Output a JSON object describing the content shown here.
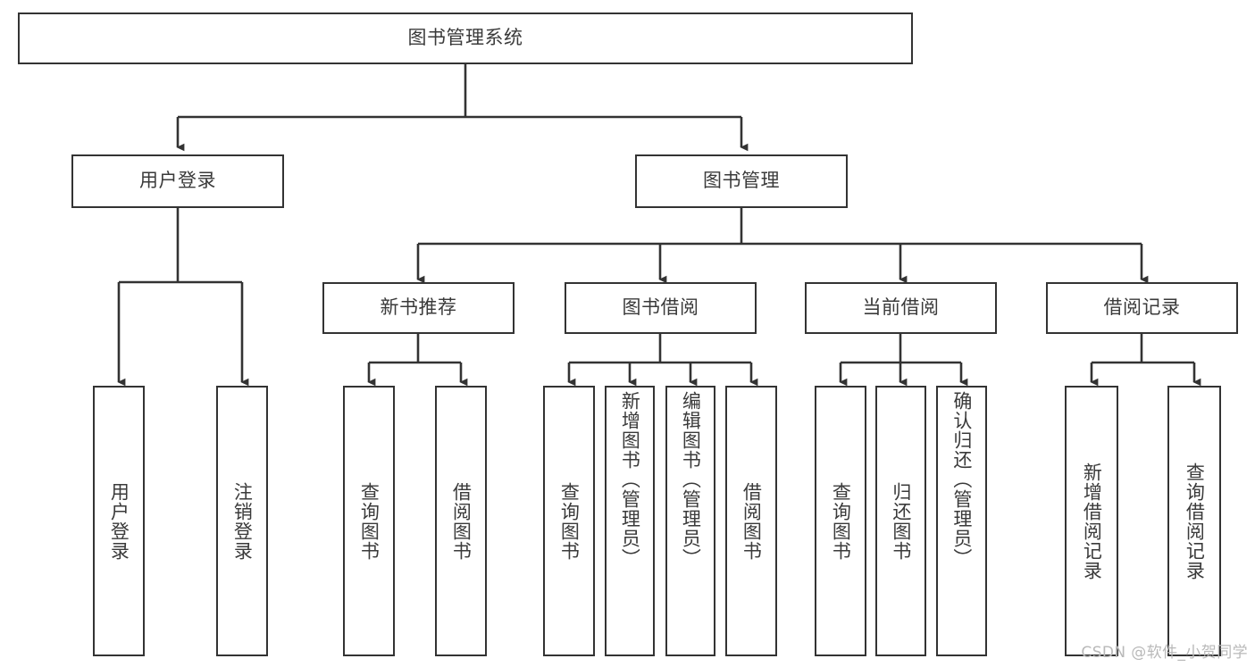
{
  "diagram": {
    "type": "tree",
    "title": "图书管理系统",
    "root": {
      "id": "root",
      "label": "图书管理系统"
    },
    "level2": [
      {
        "id": "user-login",
        "label": "用户登录"
      },
      {
        "id": "book-manage",
        "label": "图书管理"
      }
    ],
    "level3": [
      {
        "id": "new-book-recommend",
        "label": "新书推荐",
        "parent": "book-manage"
      },
      {
        "id": "book-borrow",
        "label": "图书借阅",
        "parent": "book-manage"
      },
      {
        "id": "current-borrow",
        "label": "当前借阅",
        "parent": "book-manage"
      },
      {
        "id": "borrow-record",
        "label": "借阅记录",
        "parent": "book-manage"
      }
    ],
    "leaves": [
      {
        "id": "leaf-user-login",
        "label": "用户登录",
        "parent": "user-login"
      },
      {
        "id": "leaf-user-logout",
        "label": "注销登录",
        "parent": "user-login"
      },
      {
        "id": "leaf-query-book-1",
        "label": "查询图书",
        "parent": "new-book-recommend"
      },
      {
        "id": "leaf-borrow-book-1",
        "label": "借阅图书",
        "parent": "new-book-recommend"
      },
      {
        "id": "leaf-query-book-2",
        "label": "查询图书",
        "parent": "book-borrow"
      },
      {
        "id": "leaf-add-book",
        "label": "新增图书（管理员）",
        "parent": "book-borrow"
      },
      {
        "id": "leaf-edit-book",
        "label": "编辑图书（管理员）",
        "parent": "book-borrow"
      },
      {
        "id": "leaf-borrow-book-2",
        "label": "借阅图书",
        "parent": "book-borrow"
      },
      {
        "id": "leaf-query-book-3",
        "label": "查询图书",
        "parent": "current-borrow"
      },
      {
        "id": "leaf-return-book",
        "label": "归还图书",
        "parent": "current-borrow"
      },
      {
        "id": "leaf-confirm-return",
        "label": "确认归还（管理员）",
        "parent": "current-borrow"
      },
      {
        "id": "leaf-add-record",
        "label": "新增借阅记录",
        "parent": "borrow-record"
      },
      {
        "id": "leaf-query-record",
        "label": "查询借阅记录",
        "parent": "borrow-record"
      }
    ]
  },
  "watermark": {
    "text": "CSDN @软件_小贺同学"
  },
  "colors": {
    "stroke": "#333333",
    "text": "#3a3a3a",
    "background": "#ffffff",
    "watermark": "#b9b9b9"
  }
}
